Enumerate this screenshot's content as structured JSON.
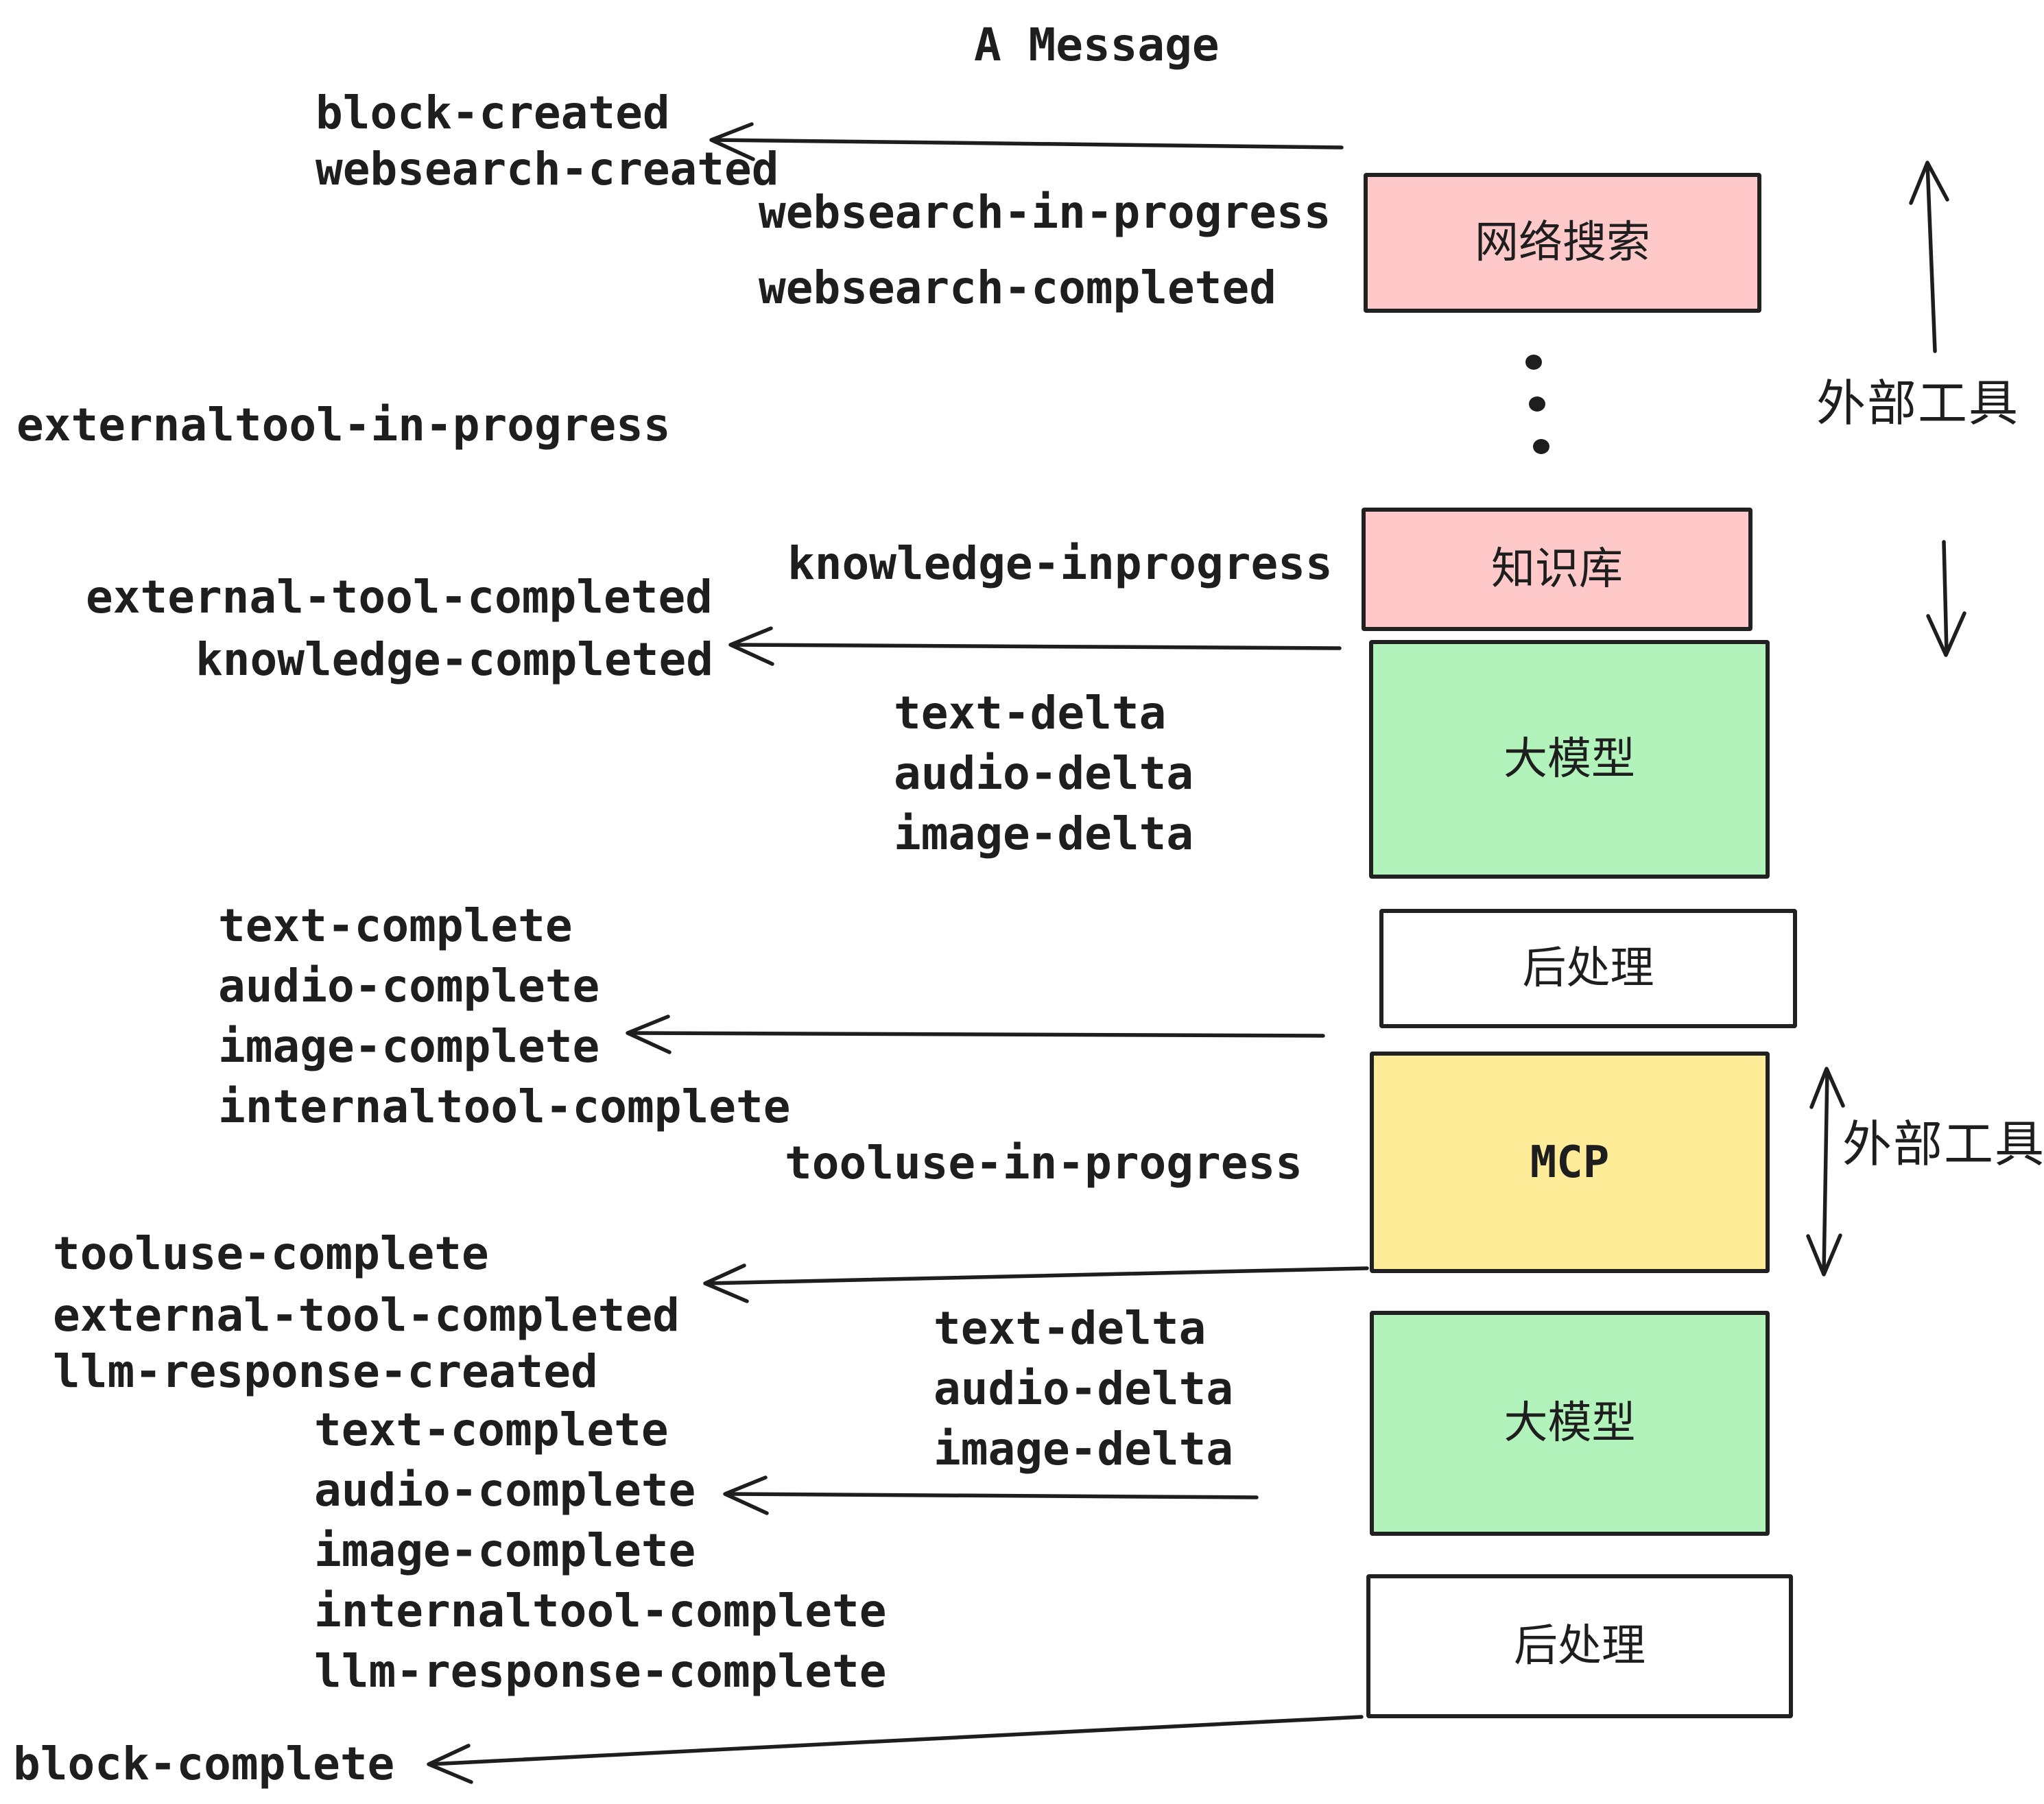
{
  "title": "A Message",
  "colors": {
    "pink": "#ffc9c9",
    "green": "#b2f2bb",
    "yellow": "#ffec99",
    "white": "#ffffff",
    "stroke": "#1e1e1e"
  },
  "boxes": {
    "websearch": {
      "label": "网络搜索"
    },
    "knowledge": {
      "label": "知识库"
    },
    "llm1": {
      "label": "大模型"
    },
    "post1": {
      "label": "后处理"
    },
    "mcp": {
      "label": "MCP"
    },
    "llm2": {
      "label": "大模型"
    },
    "post2": {
      "label": "后处理"
    }
  },
  "side_labels": {
    "external_tool_top": "外部工具",
    "external_tool_mid": "外部工具"
  },
  "events": {
    "block_created": "block-created",
    "websearch_created": "websearch-created",
    "websearch_in_progress": "websearch-in-progress",
    "websearch_completed": "websearch-completed",
    "externaltool_in_progress": "externaltool-in-progress",
    "knowledge_inprogress": "knowledge-inprogress",
    "external_tool_completed_1": "external-tool-completed",
    "knowledge_completed": "knowledge-completed",
    "delta1": [
      "text-delta",
      "audio-delta",
      "image-delta"
    ],
    "complete1": [
      "text-complete",
      "audio-complete",
      "image-complete",
      "internaltool-complete"
    ],
    "tooluse_in_progress": "tooluse-in-progress",
    "tooluse_complete": "tooluse-complete",
    "external_tool_completed_2": "external-tool-completed",
    "llm_response_created": "llm-response-created",
    "delta2": [
      "text-delta",
      "audio-delta",
      "image-delta"
    ],
    "complete2": [
      "text-complete",
      "audio-complete",
      "image-complete",
      "internaltool-complete",
      "llm-response-complete"
    ],
    "block_complete": "block-complete"
  }
}
